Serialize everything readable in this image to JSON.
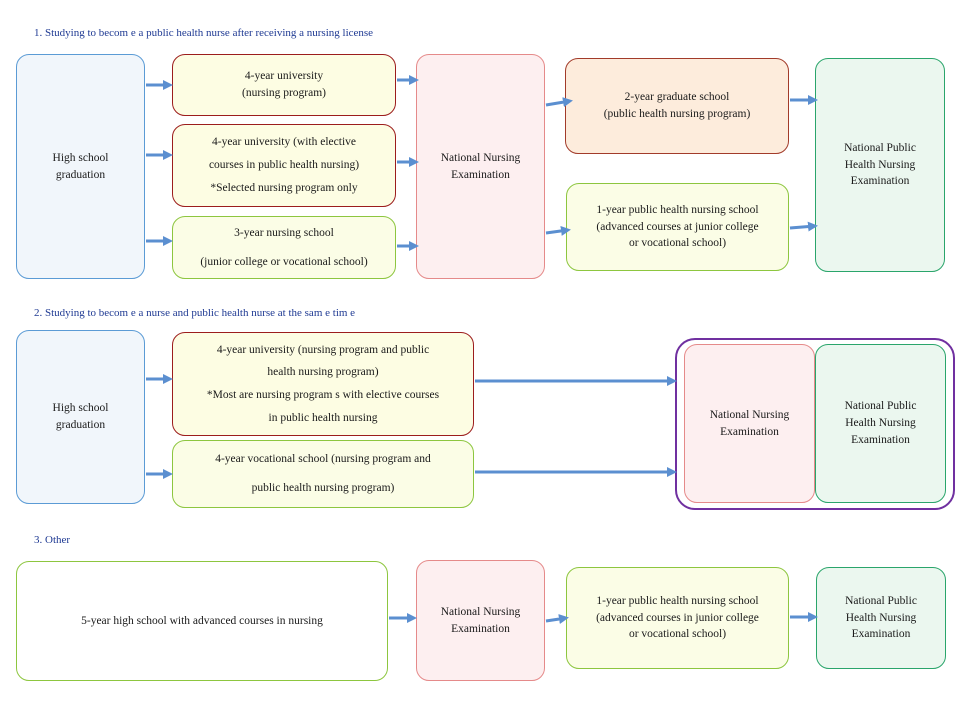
{
  "sections": {
    "s1": {
      "title": "1. Studying to becom e a public health nurse after receiving a nursing license"
    },
    "s2": {
      "title": "2. Studying to becom e a nurse and public health nurse at the sam e tim e"
    },
    "s3": {
      "title": "3. Other"
    }
  },
  "nodes": {
    "s1_highschool": [
      "High school",
      "graduation"
    ],
    "s1_univ4": [
      "4-year university",
      "(nursing program)"
    ],
    "s1_univ4_elective": [
      "4-year university (with elective",
      "courses in public health nursing)",
      "*Selected nursing program only"
    ],
    "s1_nursing3": [
      "3-year nursing school",
      "(junior college or vocational school)"
    ],
    "s1_nne": [
      "National Nursing",
      "Examination"
    ],
    "s1_grad2": [
      "2-year graduate school",
      "(public health nursing program)"
    ],
    "s1_phn1": [
      "1-year public health nursing school",
      "(advanced courses at junior college",
      "or vocational school)"
    ],
    "s1_nphne": [
      "National Public",
      "Health Nursing",
      "Examination"
    ],
    "s2_highschool": [
      "High school",
      "graduation"
    ],
    "s2_univ4": [
      "4-year university (nursing program and public",
      "health nursing program)",
      "*Most are nursing program s with elective courses",
      "in public health nursing"
    ],
    "s2_voc4": [
      "4-year vocational school (nursing program and",
      "public health nursing program)"
    ],
    "s2_nne": [
      "National Nursing",
      "Examination"
    ],
    "s2_nphne": [
      "National Public",
      "Health Nursing",
      "Examination"
    ],
    "s3_hs5": [
      "5-year high school with advanced courses in nursing"
    ],
    "s3_nne": [
      "National Nursing",
      "Examination"
    ],
    "s3_phn1": [
      "1-year public health nursing school",
      "(advanced courses in junior college",
      "or vocational school)"
    ],
    "s3_nphne": [
      "National Public",
      "Health Nursing",
      "Examination"
    ]
  },
  "colors": {
    "arrow": "#5b8fd0",
    "section_title": "#1f3a93",
    "frame": "#7030a0"
  }
}
